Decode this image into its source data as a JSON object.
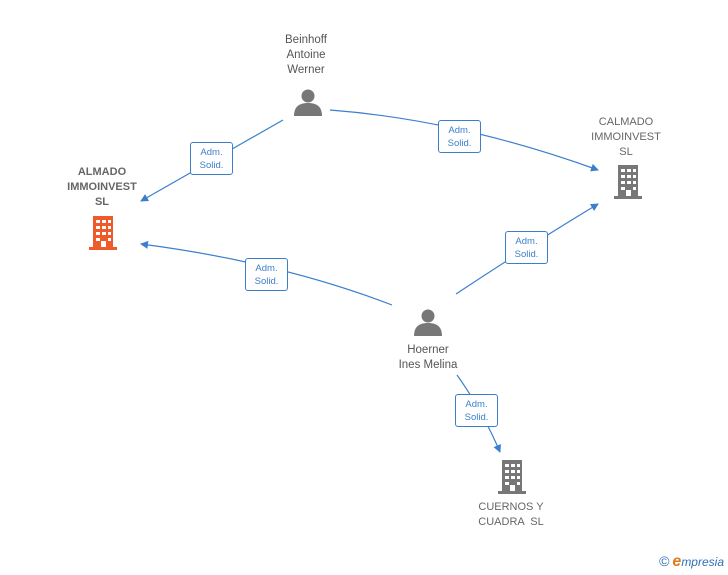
{
  "colors": {
    "edge": "#3b7fcc",
    "person": "#777777",
    "company": "#777777",
    "main_company": "#ee5a2a"
  },
  "nodes": {
    "beinhoff": {
      "lines": [
        "Beinhoff",
        "Antoine",
        "Werner"
      ],
      "icon": "person-icon"
    },
    "hoerner": {
      "lines": [
        "Hoerner",
        "Ines Melina"
      ],
      "icon": "person-icon"
    },
    "almado": {
      "lines": [
        "ALMADO",
        "IMMOINVEST",
        "SL"
      ],
      "icon": "building-icon",
      "main": true
    },
    "calmado": {
      "lines": [
        "CALMADO",
        "IMMOINVEST",
        "SL"
      ],
      "icon": "building-icon"
    },
    "cuernos": {
      "lines": [
        "CUERNOS Y",
        "CUADRA  SL"
      ],
      "icon": "building-icon"
    }
  },
  "relations": [
    {
      "id": "r1",
      "from": "beinhoff",
      "to": "almado",
      "label": [
        "Adm.",
        "Solid."
      ]
    },
    {
      "id": "r2",
      "from": "beinhoff",
      "to": "calmado",
      "label": [
        "Adm.",
        "Solid."
      ]
    },
    {
      "id": "r3",
      "from": "hoerner",
      "to": "almado",
      "label": [
        "Adm.",
        "Solid."
      ]
    },
    {
      "id": "r4",
      "from": "hoerner",
      "to": "calmado",
      "label": [
        "Adm.",
        "Solid."
      ]
    },
    {
      "id": "r5",
      "from": "hoerner",
      "to": "cuernos",
      "label": [
        "Adm.",
        "Solid."
      ]
    }
  ],
  "footer": {
    "copyright": "©",
    "brand_initial": "e",
    "brand_rest": "mpresia"
  }
}
